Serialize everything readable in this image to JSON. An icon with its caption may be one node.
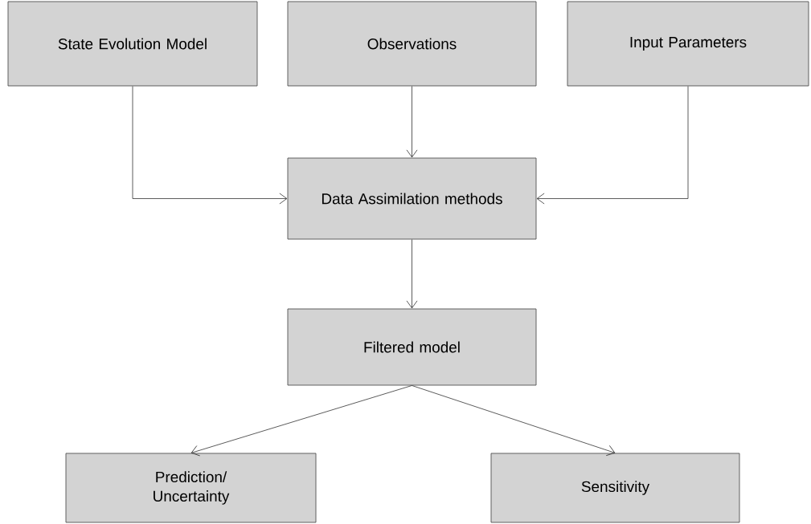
{
  "diagram": {
    "nodes": [
      {
        "text": [
          "State Evolution Model"
        ]
      },
      {
        "text": [
          "Observations"
        ]
      },
      {
        "text": [
          "Input Parameters"
        ]
      },
      {
        "text": [
          "Data Assimilation methods"
        ]
      },
      {
        "text": [
          "Filtered model"
        ]
      },
      {
        "text": [
          "Prediction/ Uncertainty"
        ]
      },
      {
        "text": [
          "Sensitivity"
        ]
      }
    ],
    "edges": [
      {
        "from": 0,
        "to": 3,
        "arrow": "to"
      },
      {
        "from": 1,
        "to": 3,
        "arrow": "to"
      },
      {
        "from": 2,
        "to": 3,
        "arrow": "to"
      },
      {
        "from": 3,
        "to": 4,
        "arrow": "to"
      },
      {
        "from": 4,
        "to": 5,
        "arrow": "to"
      },
      {
        "from": 4,
        "to": 6,
        "arrow": "to"
      }
    ]
  }
}
